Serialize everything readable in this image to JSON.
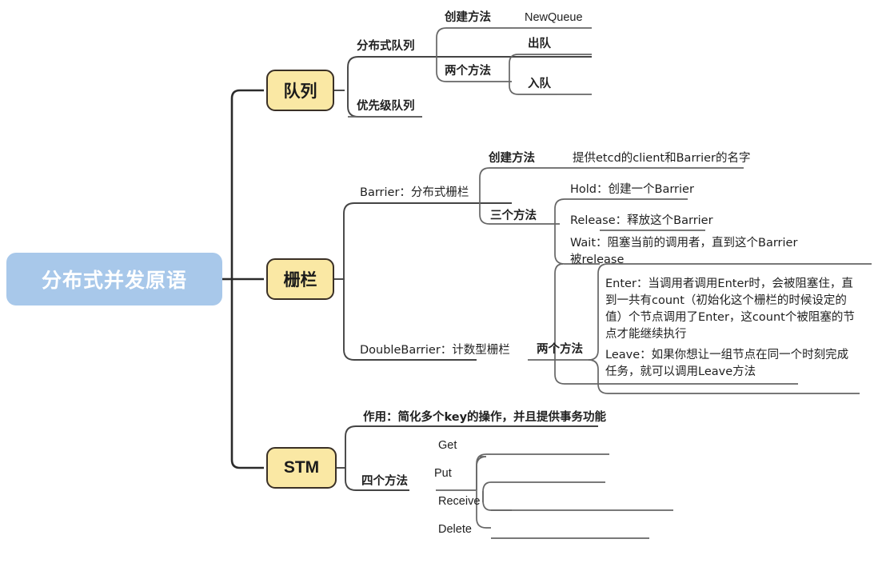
{
  "diagram": {
    "title": "分布式并发原语",
    "type": "mindmap",
    "colors": {
      "root_fill": "#a8c8ea",
      "root_text": "#ffffff",
      "branch_fill": "#fae8a4",
      "branch_border": "#3a3026",
      "line": "#2b2b2b",
      "sub_line": "#555555",
      "text": "#1f1f1f",
      "background": "#ffffff"
    },
    "root": {
      "label": "分布式并发原语"
    },
    "branches": [
      {
        "label": "队列",
        "children": [
          {
            "label": "分布式队列",
            "children": [
              {
                "label": "创建方法",
                "children": [
                  {
                    "label": "NewQueue"
                  }
                ]
              },
              {
                "label": "两个方法",
                "children": [
                  {
                    "label": "出队"
                  },
                  {
                    "label": "入队"
                  }
                ]
              }
            ]
          },
          {
            "label": "优先级队列",
            "children": []
          }
        ]
      },
      {
        "label": "栅栏",
        "children": [
          {
            "label": "Barrier：分布式栅栏",
            "children": [
              {
                "label": "创建方法",
                "children": [
                  {
                    "label": "提供etcd的client和Barrier的名字"
                  }
                ]
              },
              {
                "label": "三个方法",
                "children": [
                  {
                    "label": "Hold：创建一个Barrier"
                  },
                  {
                    "label": "Release：释放这个Barrier"
                  },
                  {
                    "label": "Wait：阻塞当前的调用者，直到这个Barrier被release"
                  }
                ]
              }
            ]
          },
          {
            "label": "DoubleBarrier：计数型栅栏",
            "children": [
              {
                "label": "两个方法",
                "children": [
                  {
                    "label": "Enter：当调用者调用Enter时，会被阻塞住，直到一共有count（初始化这个栅栏的时候设定的值）个节点调用了Enter，这count个被阻塞的节点才能继续执行"
                  },
                  {
                    "label": "Leave：如果你想让一组节点在同一个时刻完成任务，就可以调用Leave方法"
                  }
                ]
              }
            ]
          }
        ]
      },
      {
        "label": "STM",
        "children": [
          {
            "label": "作用：简化多个key的操作，并且提供事务功能",
            "children": []
          },
          {
            "label": "四个方法",
            "children": [
              {
                "label": "Get"
              },
              {
                "label": "Put"
              },
              {
                "label": "Receive"
              },
              {
                "label": "Delete"
              }
            ]
          }
        ]
      }
    ]
  }
}
